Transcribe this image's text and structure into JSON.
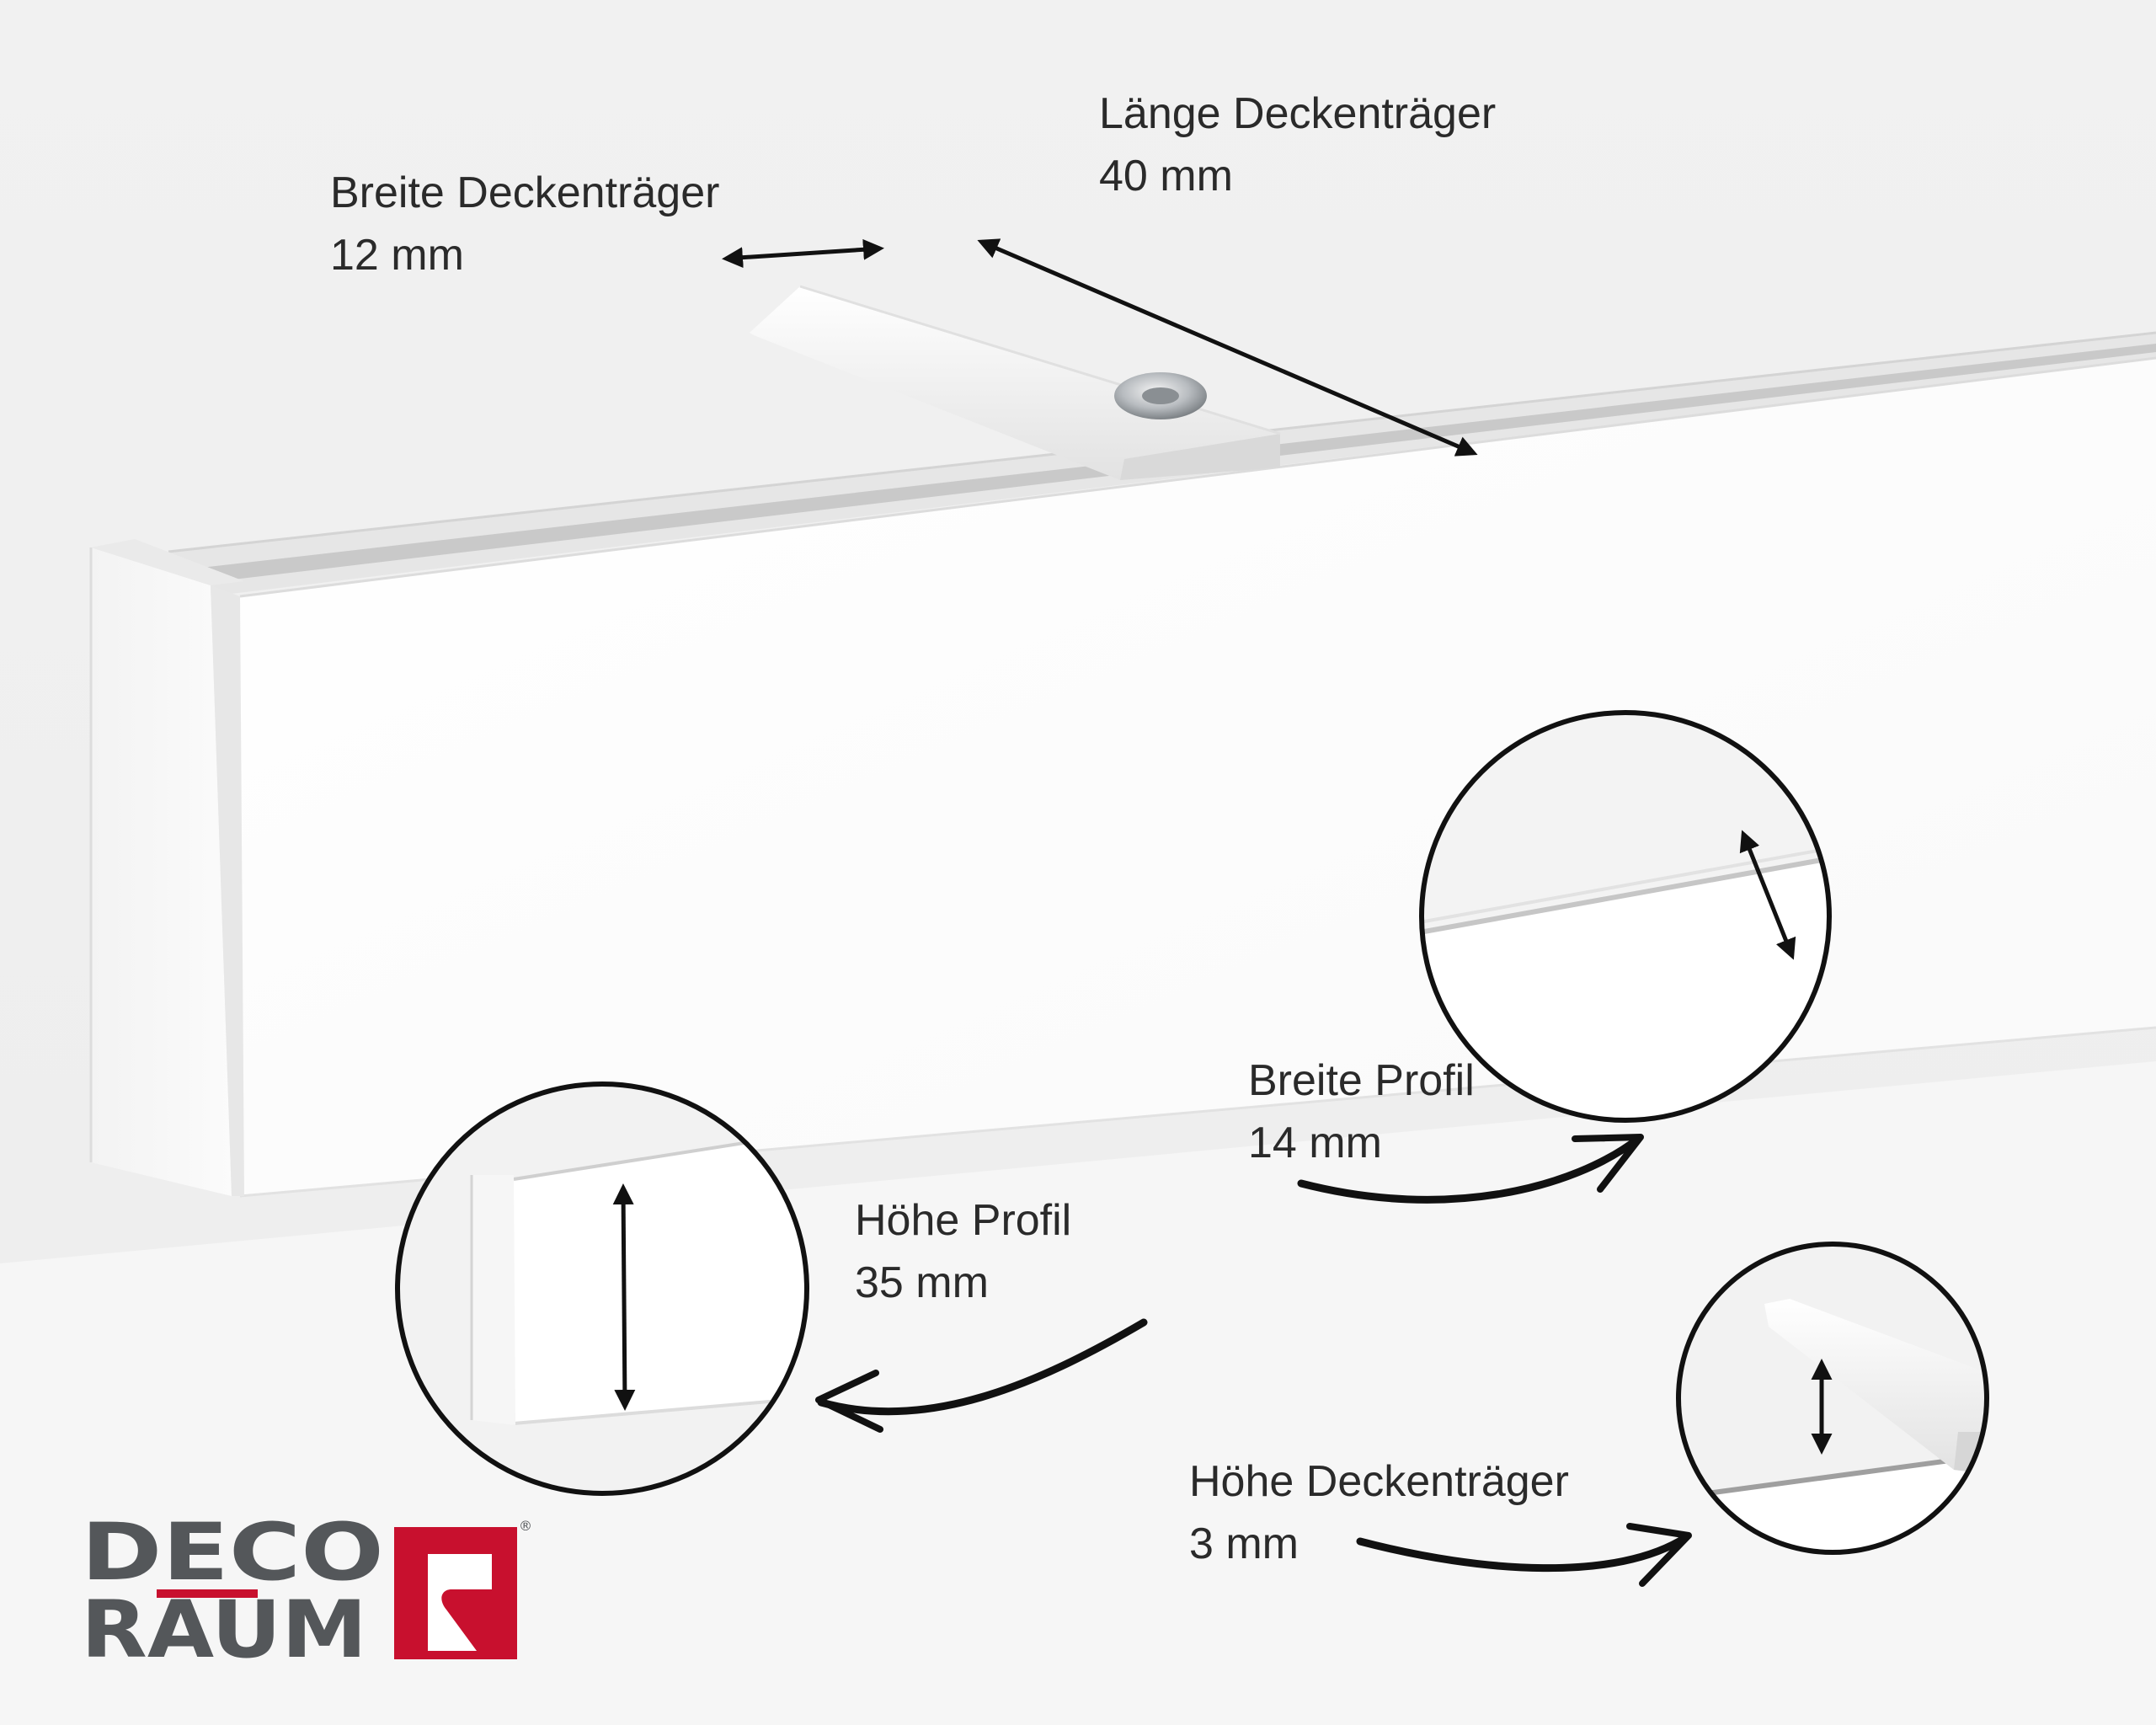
{
  "annotations": {
    "breite_deckentraeger": {
      "title": "Breite Deckenträger",
      "value": "12 mm"
    },
    "laenge_deckentraeger": {
      "title": "Länge Deckenträger",
      "value": "40 mm"
    },
    "breite_profil": {
      "title": "Breite Profil",
      "value": "14 mm"
    },
    "hoehe_profil": {
      "title": "Höhe Profil",
      "value": "35 mm"
    },
    "hoehe_deckentraeger": {
      "title": "Höhe Deckenträger",
      "value": "3 mm"
    }
  },
  "logo": {
    "line1": "DECO",
    "line2": "RAUM",
    "registered": "®",
    "colors": {
      "text": "#54575a",
      "accent": "#c8102e"
    }
  },
  "colors": {
    "ceiling": "#eeeeee",
    "rail_front": "#ffffff",
    "arrow": "#111111",
    "circle_stroke": "#111111"
  }
}
